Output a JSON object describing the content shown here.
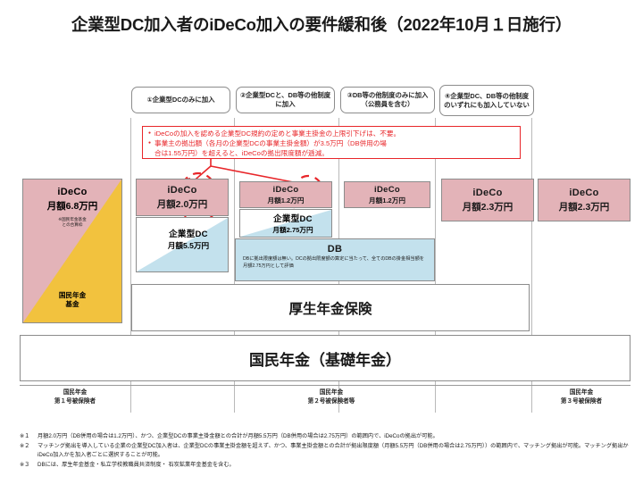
{
  "title": "企業型DC加入者のiDeCo加入の要件緩和後（2022年10月１日施行）",
  "headers": [
    {
      "label": "①企業型DCのみに加入"
    },
    {
      "label": "②企業型DCと、DB等の他制度に加入"
    },
    {
      "label": "③DB等の他制度のみに加入（公務員を含む）"
    },
    {
      "label": "④企業型DC、DB等の他制度のいずれにも加入していない"
    }
  ],
  "warning": {
    "line1": "iDeCoの加入を認める企業型DC規約の定めと事業主掛金の上限引下げは、不要。",
    "line2": "事業主の拠出額（各月の企業型DCの事業主掛金額）が3.5万円（DB併用の場",
    "line3": "合は1.55万円）を超えると、iDeCoの拠出限度額が逓減。",
    "color": "#e8262a"
  },
  "columns": {
    "c1": {
      "ideco_label": "iDeCo",
      "ideco_amount": "月額6.8万円",
      "ideco_note": "※国民年金基金\nとの合算枠",
      "kikin_label": "国民年金\n基金"
    },
    "c2": {
      "ideco_label": "iDeCo",
      "ideco_amount": "月額2.0万円",
      "dc_label": "企業型DC",
      "dc_amount": "月額5.5万円"
    },
    "c3": {
      "ideco_label": "iDeCo",
      "ideco_amount": "月額1.2万円",
      "dc_label": "企業型DC",
      "dc_amount": "月額2.75万円"
    },
    "c4": {
      "ideco_label": "iDeCo",
      "ideco_amount": "月額1.2万円"
    },
    "c5": {
      "ideco_label": "iDeCo",
      "ideco_amount": "月額2.3万円"
    },
    "c6": {
      "ideco_label": "iDeCo",
      "ideco_amount": "月額2.3万円"
    }
  },
  "db_block": {
    "label": "DB",
    "note": "DBに拠出限度額は無い。DCの拠出限度額の算定に当たって、全てのDBの掛金相当額を月額2.75万円として評価"
  },
  "bands": {
    "kosei": "厚生年金保険",
    "kokumin": "国民年金（基礎年金）"
  },
  "categories": [
    {
      "line1": "国民年金",
      "line2": "第１号被保険者"
    },
    {
      "line1": "国民年金",
      "line2": "第２号被保険者等"
    },
    {
      "line1": "国民年金",
      "line2": "第３号被保険者"
    }
  ],
  "footnotes": [
    {
      "marker": "※１",
      "text": "月額2.0万円（DB併用の場合は1.2万円）、かつ、企業型DCの事業主掛金額との合計が月額5.5万円（DB併用の場合は2.75万円）の範囲内で、iDeCoの拠出が可能。"
    },
    {
      "marker": "※２",
      "text": "マッチング拠出を導入している企業の企業型DC加入者は、企業型DCの事業主掛金額を超えず、かつ、事業主掛金額との合計が拠出限度額（月額5.5万円（DB併用の場合は2.75万円））の範囲内で、マッチング拠出が可能。マッチング拠出かiDeCo加入かを加入者ごとに選択することが可能。"
    },
    {
      "marker": "※３",
      "text": "DBには、厚生年金基金・私立学校教職員共済制度・ 石炭鉱業年金基金を含む。"
    }
  ],
  "colors": {
    "ideco": "#e3b3b8",
    "dc": "#c3e1ed",
    "db": "#c3e1ed",
    "kikin": "#f2c23e",
    "warning": "#e8262a"
  }
}
